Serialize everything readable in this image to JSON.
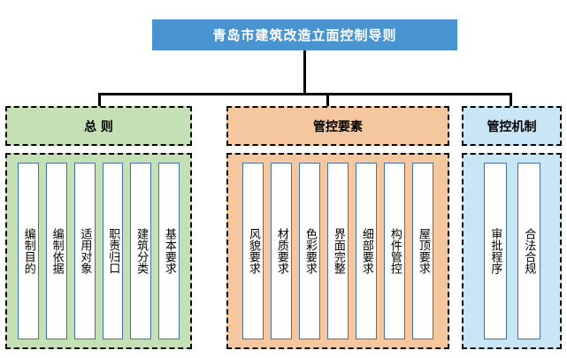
{
  "root": {
    "title": "青岛市建筑改造立面控制导则",
    "color": "#4a93d1",
    "text_color": "#ffffff"
  },
  "groups": [
    {
      "id": "general",
      "header": "总  则",
      "color": "#c5e0b4",
      "items": [
        {
          "label": "编制目的"
        },
        {
          "label": "编制依据"
        },
        {
          "label": "适用对象"
        },
        {
          "label": "职责归口"
        },
        {
          "label": "建筑分类"
        },
        {
          "label": "基本要求"
        }
      ]
    },
    {
      "id": "elements",
      "header": "管控要素",
      "color": "#f4c79e",
      "items": [
        {
          "label": "风貌要求"
        },
        {
          "label": "材质要求"
        },
        {
          "label": "色彩要求"
        },
        {
          "label": "界面完整"
        },
        {
          "label": "细部要求"
        },
        {
          "label": "构件管控"
        },
        {
          "label": "屋顶要求"
        }
      ]
    },
    {
      "id": "mechanism",
      "header": "管控机制",
      "color": "#c9e6f7",
      "items": [
        {
          "label": "审批程序"
        },
        {
          "label": "合法合规"
        }
      ]
    }
  ],
  "connectors": {
    "line_color": "#000000",
    "leaf_border_color": "#4472a8",
    "dash_border_color": "#000000"
  }
}
